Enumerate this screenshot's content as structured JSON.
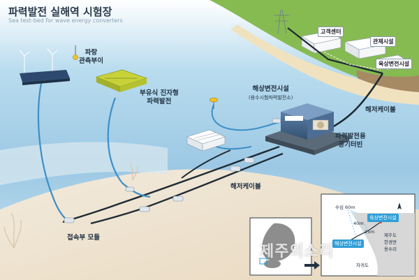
{
  "header": {
    "title": "파력발전 실해역 시험장",
    "subtitle": "Sea test-bed for wave energy converters"
  },
  "labels": {
    "wave_buoy": [
      "파랑",
      "관측부이"
    ],
    "floating_wec": [
      "부유식 진자형",
      "파력발전"
    ],
    "offshore_substation": "해상변전시설",
    "substation_sub": "(용수시험파력발전소)",
    "wec_turbine": [
      "파력발전용",
      "공기터빈"
    ],
    "subsea_cable_right": "해저케이블",
    "subsea_cable_center": "해저케이블",
    "connection_module": "접속부 모듈",
    "visitor_center": "고객센터",
    "control_facility": "관제시설",
    "onshore_substation": "육상변전시설"
  },
  "inset": {
    "depth_60": "수심 60m",
    "depth_40": "40m",
    "depth_15": "15m",
    "onshore_substation": "육상변전시설",
    "offshore_substation": "해상변전시설",
    "region": [
      "제주도",
      "한경면",
      "용수리"
    ],
    "island": "차귀도"
  },
  "watermark": "제주의소리",
  "colors": {
    "sea_deep": "#9cc8e4",
    "sea_light": "#d8ecf6",
    "sand": "#f2e6d2",
    "land_green": "#7fb54a",
    "cable": "#1e2b33",
    "inset_blue": "#2f9fd8"
  }
}
